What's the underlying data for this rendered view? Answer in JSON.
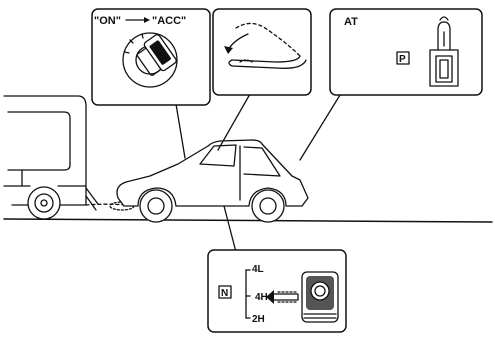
{
  "ignition_panel": {
    "from_label": "\"ON\"",
    "to_label": "\"ACC\""
  },
  "transmission_panel": {
    "type_label": "AT",
    "position_label": "P"
  },
  "transfer_panel": {
    "selected_box": "N",
    "positions": [
      "4L",
      "4H",
      "2H"
    ]
  }
}
